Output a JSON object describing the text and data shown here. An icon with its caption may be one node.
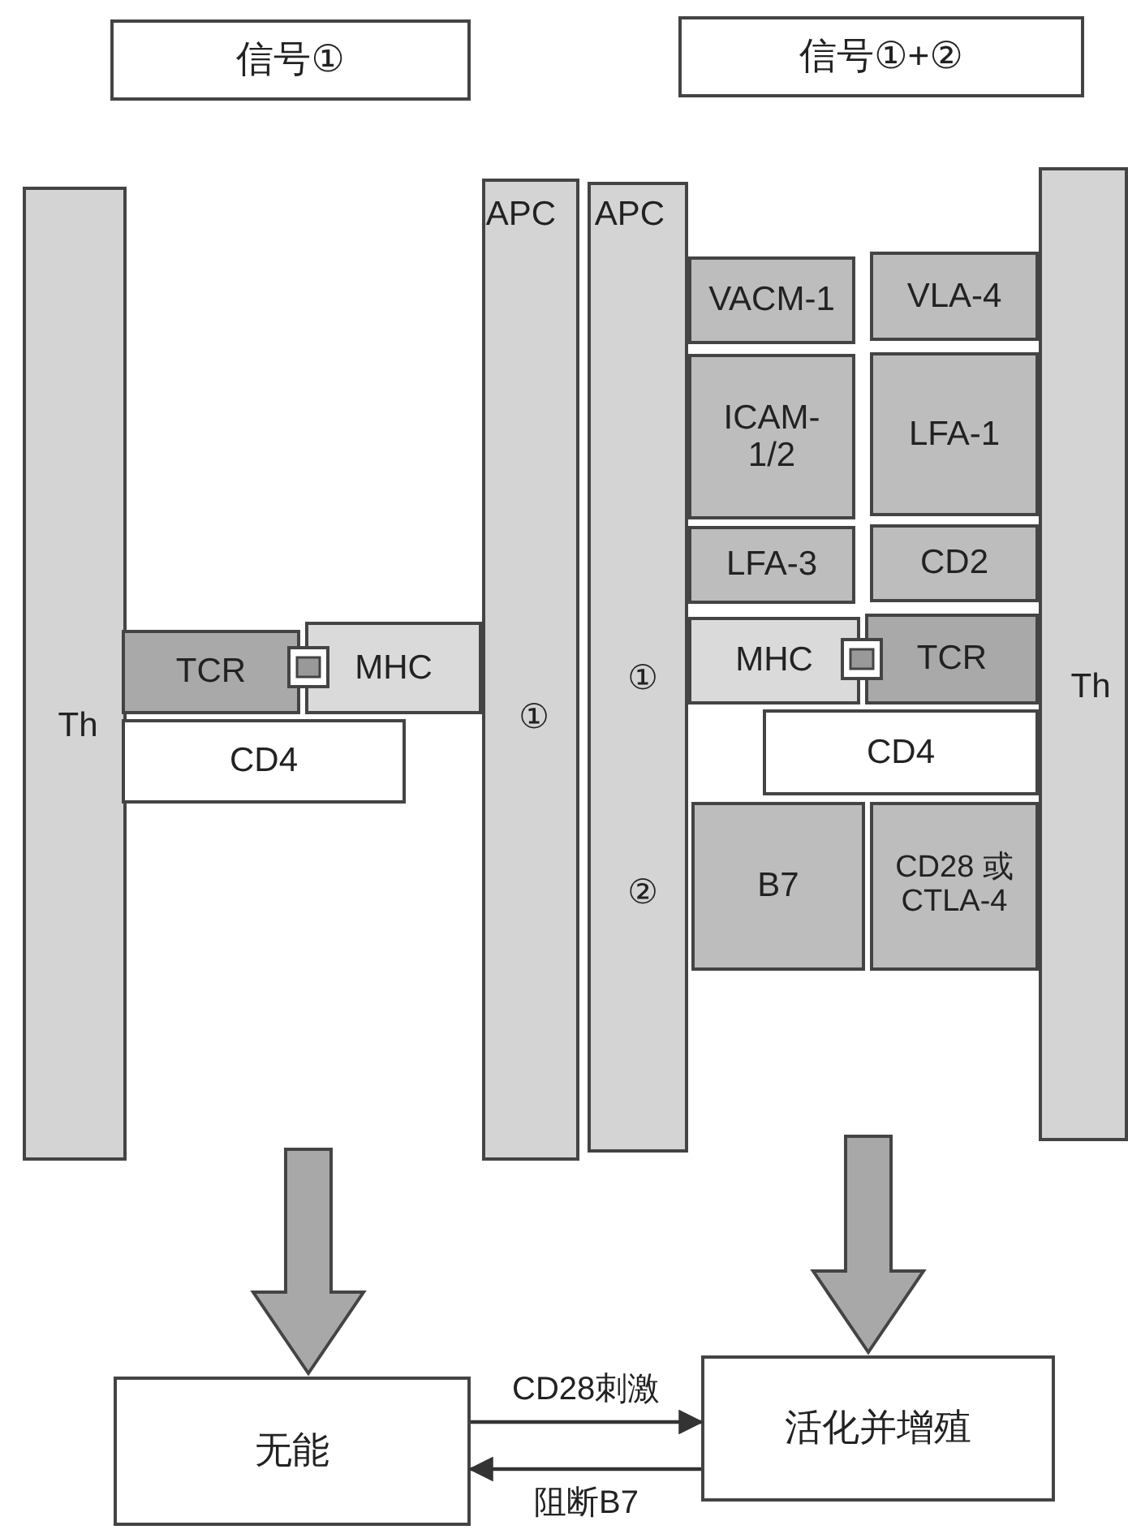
{
  "diagram": {
    "nodes": [
      {
        "text": [
          "信号①"
        ]
      },
      {
        "text": [
          "信号①+②"
        ]
      },
      {
        "text": [
          "Th"
        ]
      },
      {
        "text": [
          "TCR"
        ]
      },
      {
        "text": [
          "MHC"
        ]
      },
      {
        "text": [
          "CD4"
        ]
      },
      {
        "text": [
          "APC",
          "①"
        ]
      },
      {
        "text": [
          "APC",
          "①",
          "②"
        ]
      },
      {
        "text": [
          "VACM-1"
        ]
      },
      {
        "text": [
          "VLA-4"
        ]
      },
      {
        "text": [
          "ICAM-1/2"
        ]
      },
      {
        "text": [
          "LFA-1"
        ]
      },
      {
        "text": [
          "LFA-3"
        ]
      },
      {
        "text": [
          "CD2"
        ]
      },
      {
        "text": [
          "MHC"
        ]
      },
      {
        "text": [
          "TCR"
        ]
      },
      {
        "text": [
          "CD4"
        ]
      },
      {
        "text": [
          "B7"
        ]
      },
      {
        "text": [
          "CD28 或CTLA-4"
        ]
      },
      {
        "text": [
          "Th"
        ]
      },
      {
        "text": [
          "无能"
        ]
      },
      {
        "text": [
          "活化并增殖"
        ]
      }
    ],
    "edges": [
      {
        "from": null,
        "to": 20,
        "arrow": "to",
        "style": "thick"
      },
      {
        "from": null,
        "to": 21,
        "arrow": "to",
        "style": "thick"
      },
      {
        "from": 20,
        "to": 21,
        "arrow": "to",
        "label": "CD28刺激"
      },
      {
        "from": 21,
        "to": 20,
        "arrow": "to",
        "label": "阻断B7"
      }
    ]
  }
}
